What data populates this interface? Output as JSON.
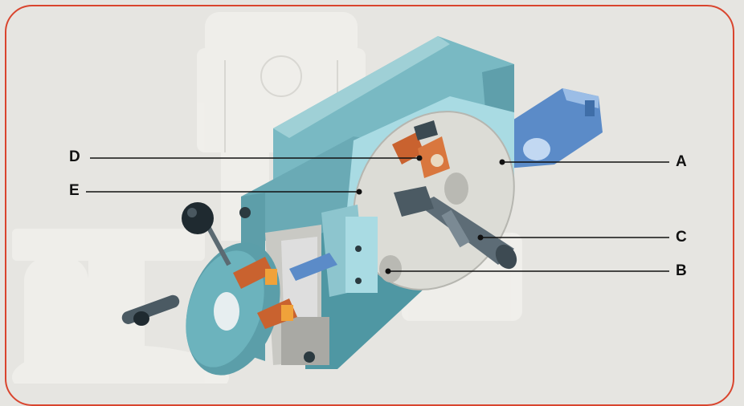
{
  "callouts": {
    "a": "A",
    "b": "B",
    "c": "C",
    "d": "D",
    "e": "E"
  },
  "colors": {
    "frame": "#d9452e",
    "housing": "#79b9c3",
    "housing_dark": "#4f97a3",
    "rotor_plate": "#dcdcd6",
    "shaft": "#5d6c76",
    "valve_blue": "#5b8bc8",
    "brake_pad": "#c9622f",
    "handwheel": "#6cb3bd",
    "knob": "#1f2a30"
  }
}
